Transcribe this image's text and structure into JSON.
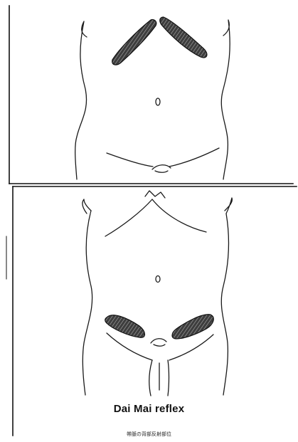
{
  "figure": {
    "caption_title": "Dai Mai reflex",
    "caption_subtitle": "帯脈の背部反射部位",
    "zone_fill_color": "#4a4a4a",
    "line_color": "#1a1a1a",
    "panels": [
      {
        "view": "upper-torso",
        "reflex_zones": [
          "left-subcostal-zone",
          "right-subcostal-zone"
        ]
      },
      {
        "view": "lower-torso",
        "reflex_zones": [
          "left-lower-abdomen-zone",
          "right-lower-abdomen-zone"
        ]
      }
    ]
  }
}
